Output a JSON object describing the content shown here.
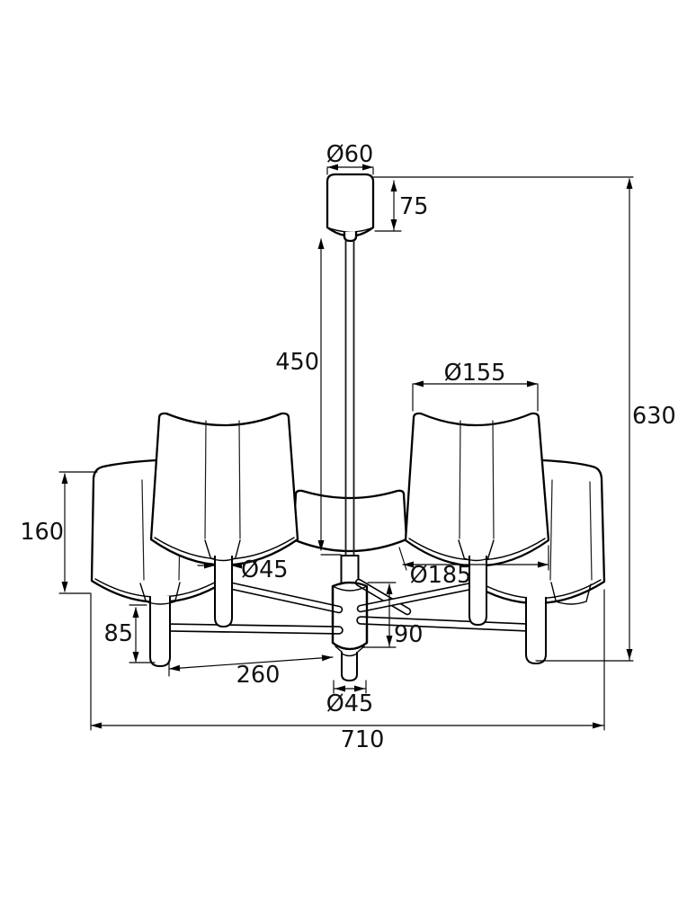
{
  "drawing": {
    "title": "chandelier-dimension-drawing",
    "dimensions": {
      "canopy_diameter": "Ø60",
      "canopy_height": "75",
      "rod_length": "450",
      "shade_top_diameter": "Ø155",
      "total_height": "630",
      "shade_height": "160",
      "holder_diameter": "Ø45",
      "shade_bottom_diameter": "Ø185",
      "hub_height": "90",
      "holder_length": "85",
      "arm_spacing": "260",
      "hub_diameter": "Ø45",
      "total_width": "710"
    }
  }
}
